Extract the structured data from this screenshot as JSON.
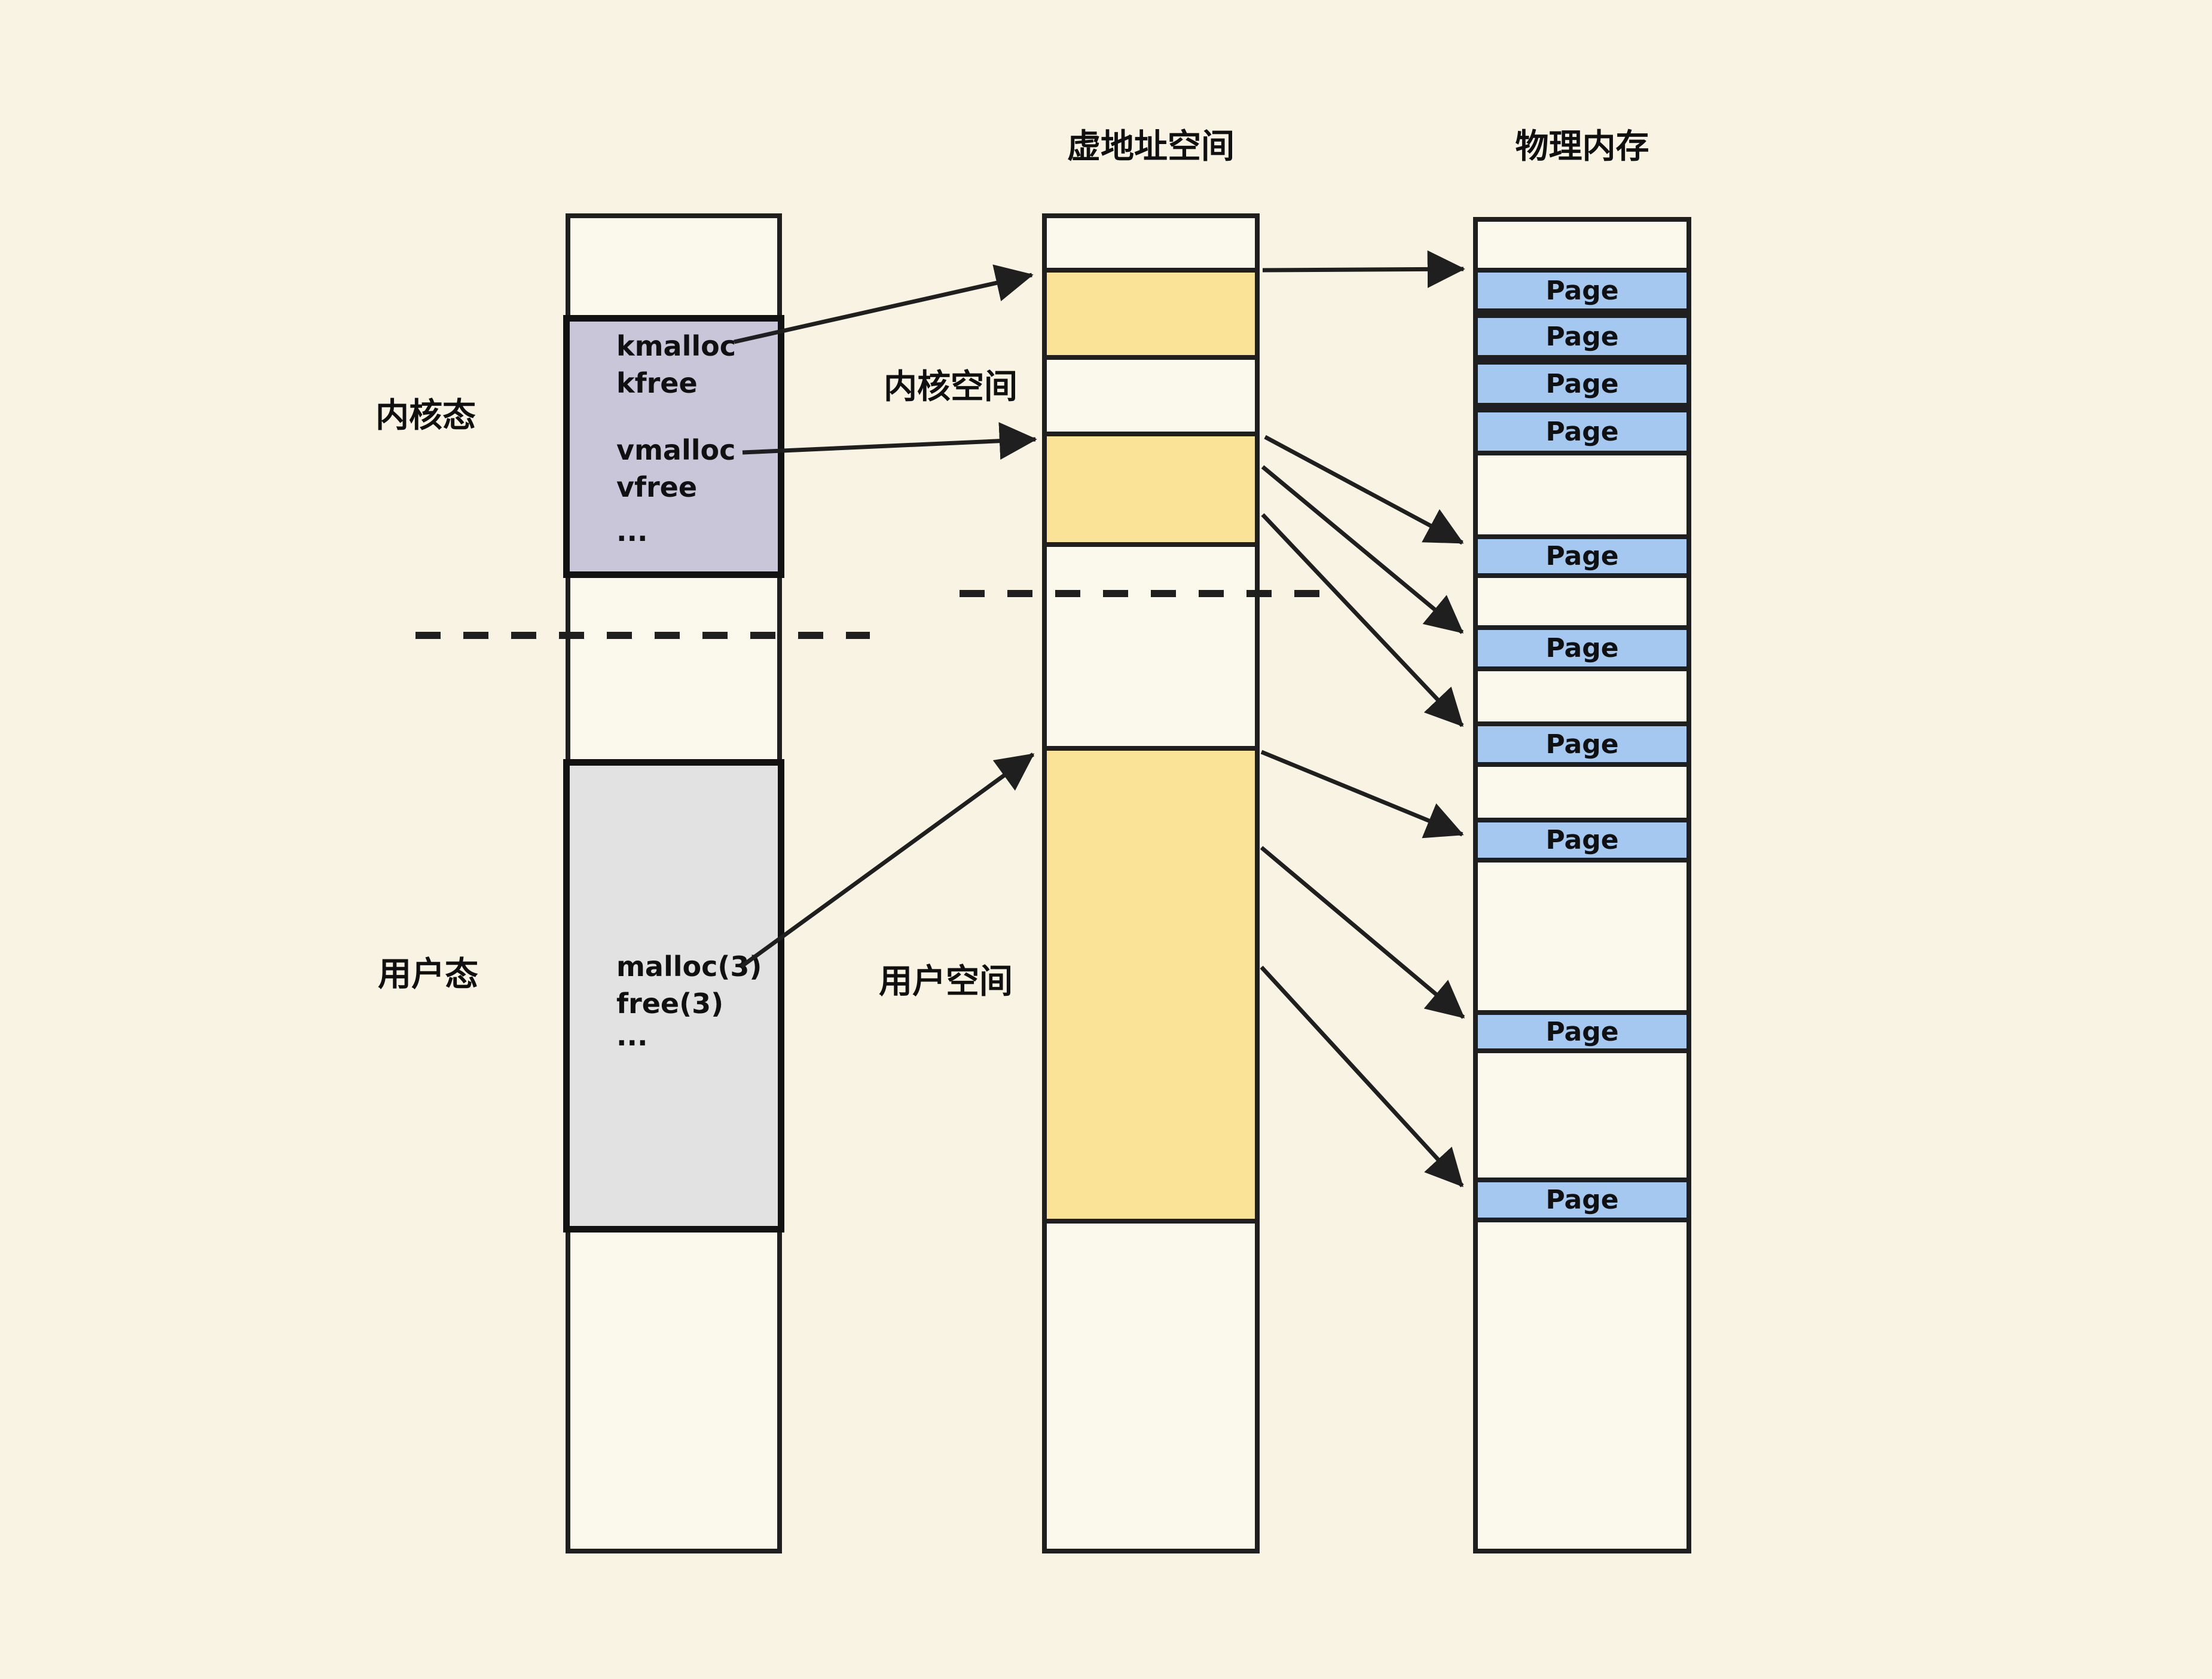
{
  "titles": {
    "virtual_address_space": "虚地址空间",
    "physical_memory": "物理内存"
  },
  "side_labels": {
    "kernel_mode": "内核态",
    "user_mode": "用户态"
  },
  "space_labels": {
    "kernel_space": "内核空间",
    "user_space": "用户空间"
  },
  "kernel_api_box": {
    "lines": [
      "kmalloc",
      "kfree",
      "vmalloc",
      "vfree",
      "..."
    ]
  },
  "user_api_box": {
    "lines": [
      "malloc(3)",
      "free(3)",
      "..."
    ]
  },
  "physical_memory": {
    "pages": [
      "Page",
      "Page",
      "Page",
      "Page",
      "Page",
      "Page",
      "Page",
      "Page",
      "Page",
      "Page"
    ]
  },
  "colors": {
    "background": "#F9F3E3",
    "column_fill": "#FBF8EC",
    "kernel_box_fill": "#C9C6DA",
    "user_box_fill": "#E2E2E2",
    "virtual_block_fill": "#FAE397",
    "page_fill": "#A4C8F0",
    "line": "#1F1F1F"
  }
}
